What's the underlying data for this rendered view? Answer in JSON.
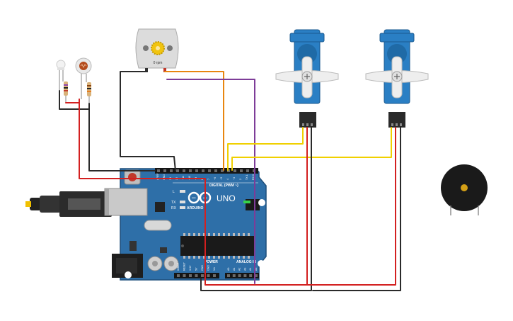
{
  "board": {
    "logo_text": "UNO",
    "brand_text": "ARDUINO",
    "digital_label": "DIGITAL (PWM ~)",
    "power_label": "POWER",
    "analog_label": "ANALOG IN",
    "tx_label": "TX",
    "rx_label": "RX",
    "l_label": "L",
    "digital_pins": [
      "AREF",
      "GND",
      "13",
      "12",
      "~11",
      "~10",
      "~9",
      "8",
      "7",
      "~6",
      "~5",
      "4",
      "~3",
      "2",
      "TX 1",
      "RX 0"
    ],
    "power_pins": [
      "IOREF",
      "RESET",
      "3.3V",
      "5V",
      "GND",
      "GND",
      "Vin"
    ],
    "analog_pins": [
      "A0",
      "A1",
      "A2",
      "A3",
      "A4",
      "A5"
    ]
  },
  "motor": {
    "speed_label": "0 rpm"
  },
  "colors": {
    "wire_red": "#d32020",
    "wire_black": "#2a2a2a",
    "wire_orange": "#e8860f",
    "wire_purple": "#7d3c98",
    "wire_yellow": "#f0d000",
    "board_blue": "#2e6fa8",
    "servo_blue": "#2a7fc4"
  }
}
